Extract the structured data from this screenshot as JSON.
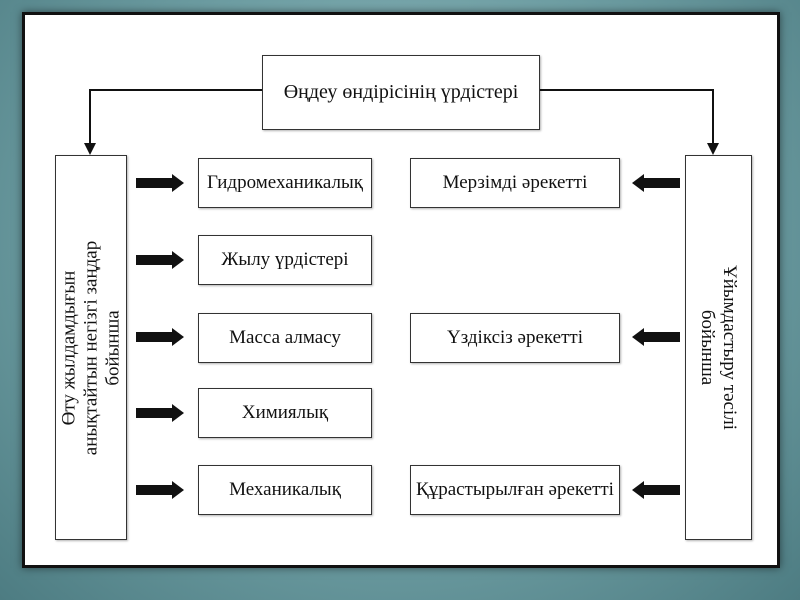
{
  "title": "Өңдеу өндірісінің үрдістері",
  "left_category": {
    "lines": [
      "Өту жылдамдығын",
      "анықтайтын негізгі заңдар",
      "бойынша"
    ]
  },
  "right_category": {
    "lines": [
      "Ұйымдастыру тәсілі",
      "бойынша"
    ]
  },
  "left_items": [
    "Гидромеханикалық",
    "Жылу үрдістері",
    "Масса алмасу",
    "Химиялық",
    "Механикалық"
  ],
  "right_items": [
    "Мерзімді әрекетті",
    "Үздіксіз әрекетті",
    "Құрастырылған әрекетті"
  ]
}
